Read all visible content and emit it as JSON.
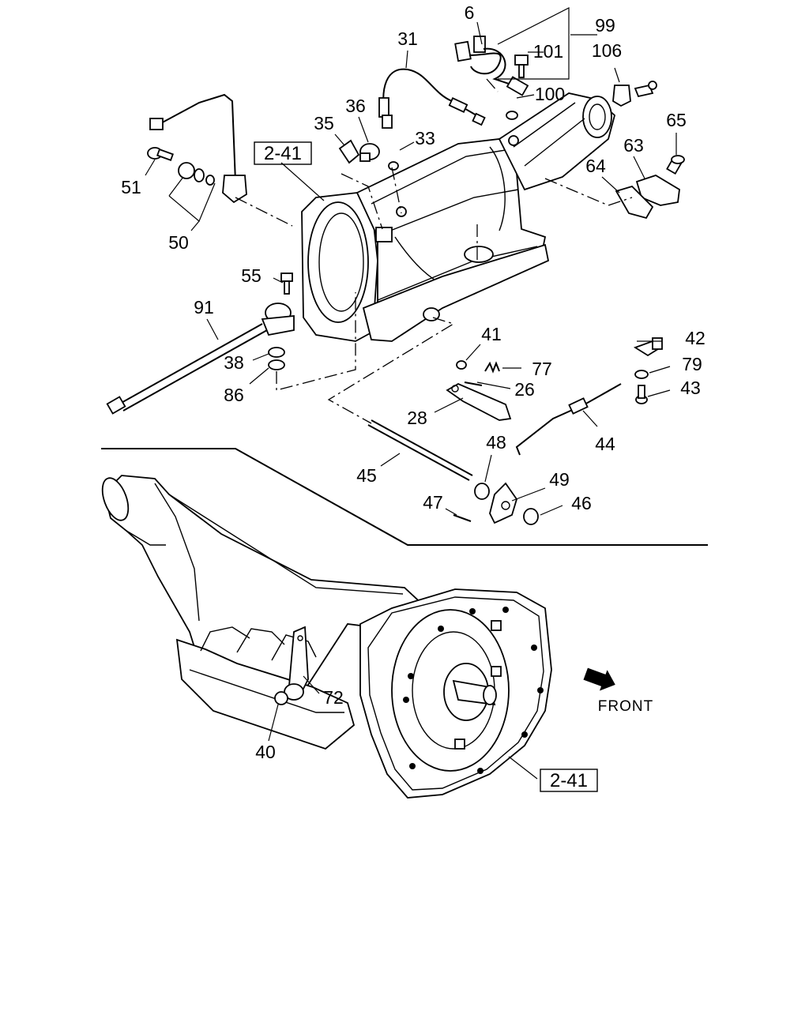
{
  "diagram": {
    "callouts": [
      {
        "id": "6",
        "text": "6"
      },
      {
        "id": "99",
        "text": "99"
      },
      {
        "id": "31",
        "text": "31"
      },
      {
        "id": "101",
        "text": "101"
      },
      {
        "id": "106",
        "text": "106"
      },
      {
        "id": "100",
        "text": "100"
      },
      {
        "id": "36",
        "text": "36"
      },
      {
        "id": "35",
        "text": "35"
      },
      {
        "id": "33",
        "text": "33"
      },
      {
        "id": "65",
        "text": "65"
      },
      {
        "id": "63",
        "text": "63"
      },
      {
        "id": "64",
        "text": "64"
      },
      {
        "id": "51",
        "text": "51"
      },
      {
        "id": "50",
        "text": "50"
      },
      {
        "id": "55",
        "text": "55"
      },
      {
        "id": "91",
        "text": "91"
      },
      {
        "id": "38",
        "text": "38"
      },
      {
        "id": "86",
        "text": "86"
      },
      {
        "id": "41",
        "text": "41"
      },
      {
        "id": "77",
        "text": "77"
      },
      {
        "id": "26",
        "text": "26"
      },
      {
        "id": "28",
        "text": "28"
      },
      {
        "id": "42",
        "text": "42"
      },
      {
        "id": "79",
        "text": "79"
      },
      {
        "id": "43",
        "text": "43"
      },
      {
        "id": "44",
        "text": "44"
      },
      {
        "id": "48",
        "text": "48"
      },
      {
        "id": "45",
        "text": "45"
      },
      {
        "id": "49",
        "text": "49"
      },
      {
        "id": "47",
        "text": "47"
      },
      {
        "id": "46",
        "text": "46"
      },
      {
        "id": "72",
        "text": "72"
      },
      {
        "id": "40",
        "text": "40"
      }
    ],
    "section_refs": {
      "top": "2-41",
      "bottom": "2-41"
    },
    "direction_label": "FRONT"
  }
}
